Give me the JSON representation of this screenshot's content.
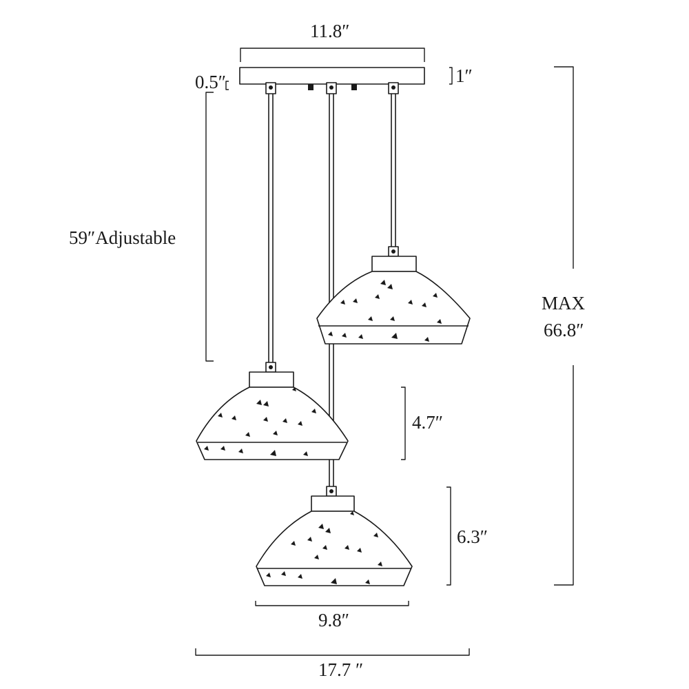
{
  "dimensions": {
    "canopy_width": "11.8″",
    "canopy_height": "1″",
    "canopy_gap": "0.5″",
    "cord_length": "59″Adjustable",
    "max_height_line1": "MAX",
    "max_height_line2": "66.8″",
    "shade_height_a": "4.7″",
    "shade_height_b": "6.3″",
    "shade_width": "9.8″",
    "overall_width": "17.7 ″"
  },
  "colors": {
    "line": "#1a1a1a",
    "background": "#ffffff"
  }
}
